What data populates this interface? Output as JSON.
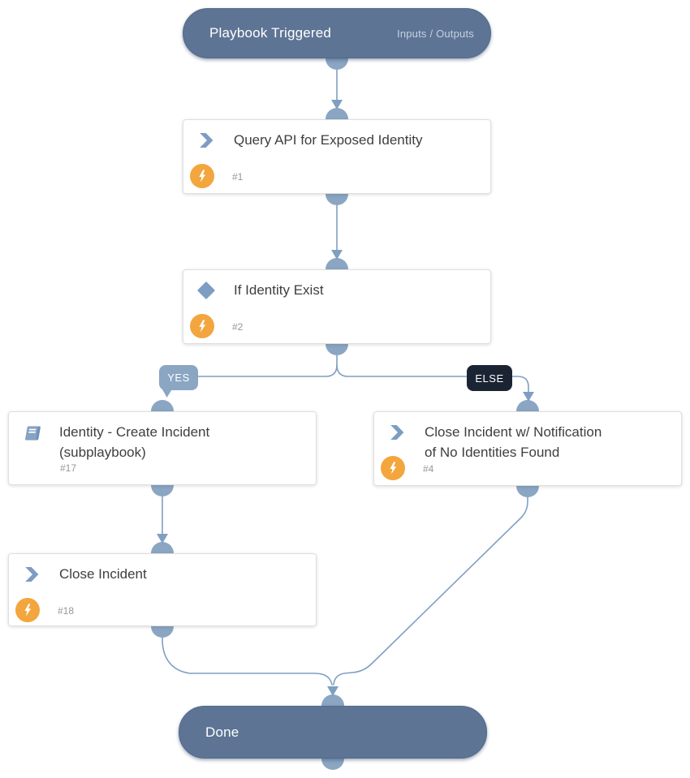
{
  "start_node": {
    "label": "Playbook Triggered",
    "io_label": "Inputs / Outputs"
  },
  "end_node": {
    "label": "Done"
  },
  "branches": {
    "yes_label": "YES",
    "else_label": "ELSE"
  },
  "tasks": [
    {
      "id": "#1",
      "title": "Query API for Exposed Identity",
      "icon": "chevron-right-icon",
      "automation": true
    },
    {
      "id": "#2",
      "title": "If Identity Exist",
      "icon": "condition-diamond-icon",
      "automation": true
    },
    {
      "id": "#17",
      "title_line1": "Identity - Create Incident",
      "title_line2": "(subplaybook)",
      "icon": "playbook-book-icon",
      "automation": false
    },
    {
      "id": "#4",
      "title_line1": "Close Incident w/ Notification",
      "title_line2": "of No Identities Found",
      "icon": "chevron-right-icon",
      "automation": true
    },
    {
      "id": "#18",
      "title": "Close Incident",
      "icon": "chevron-right-icon",
      "automation": true
    }
  ],
  "colors": {
    "terminal_pill": "#5D7494",
    "connector_node": "#8AA6C3",
    "connector_line": "#7F9FC1",
    "yes_badge": "#8AA6C3",
    "else_badge": "#1A2433",
    "automation_badge": "#F2A63D",
    "icon_blue": "#7D9DC2",
    "title_text": "#3E3E3E"
  }
}
